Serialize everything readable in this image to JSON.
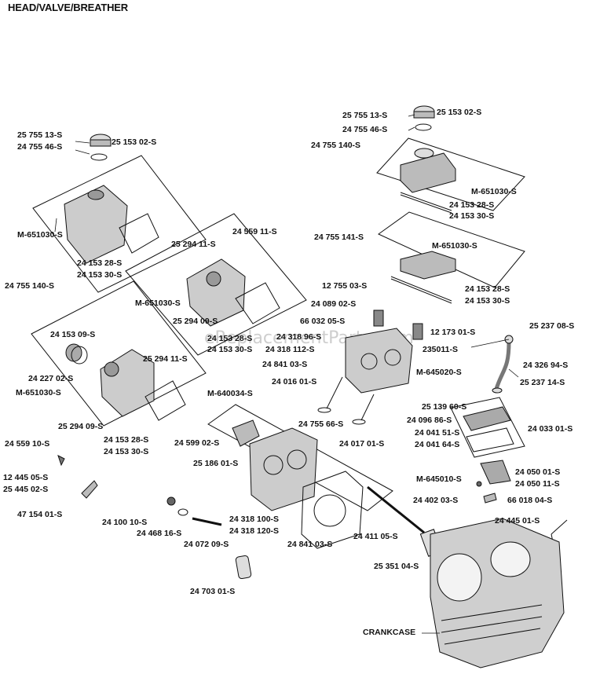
{
  "title": "HEAD/VALVE/BREATHER",
  "watermark": "eReplacementParts.com",
  "labels": [
    "25 755 13-S",
    "24 755 46-S",
    "25 153 02-S",
    "M-651030-S",
    "24 153 28-S",
    "24 153 30-S",
    "24 755 140-S",
    "24 559 11-S",
    "25 294 11-S",
    "M-651030-S",
    "25 294 09-S",
    "24 153 28-S",
    "24 153 30-S",
    "24 153 09-S",
    "24 227 02-S",
    "M-651030-S",
    "25 294 11-S",
    "25 294 09-S",
    "24 153 28-S",
    "24 153 30-S",
    "24 559 10-S",
    "12 445 05-S",
    "25 445 02-S",
    "47 154 01-S",
    "25 755 13-S",
    "24 755 46-S",
    "25 153 02-S",
    "24 755 140-S",
    "M-651030-S",
    "24 153 28-S",
    "24 153 30-S",
    "24 755 141-S",
    "M-651030-S",
    "24 153 28-S",
    "24 153 30-S",
    "12 755 03-S",
    "24 089 02-S",
    "66 032 05-S",
    "24 318 96-S",
    "24 318 112-S",
    "12 173 01-S",
    "235011-S",
    "24 841 03-S",
    "24 016 01-S",
    "24 017 01-S",
    "25 237 08-S",
    "24 326 94-S",
    "M-645020-S",
    "25 237 14-S",
    "25 139 60-S",
    "24 096 86-S",
    "24 041 51-S",
    "24 041 64-S",
    "24 033 01-S",
    "M-640034-S",
    "24 599 02-S",
    "25 186 01-S",
    "24 755 66-S",
    "M-645010-S",
    "24 050 01-S",
    "24 050 11-S",
    "24 402 03-S",
    "66 018 04-S",
    "24 445 01-S",
    "24 100 10-S",
    "24 468 16-S",
    "24 072 09-S",
    "24 318 100-S",
    "24 318 120-S",
    "24 841 03-S",
    "24 411 05-S",
    "25 351 04-S",
    "24 703 01-S",
    "CRANKCASE"
  ]
}
